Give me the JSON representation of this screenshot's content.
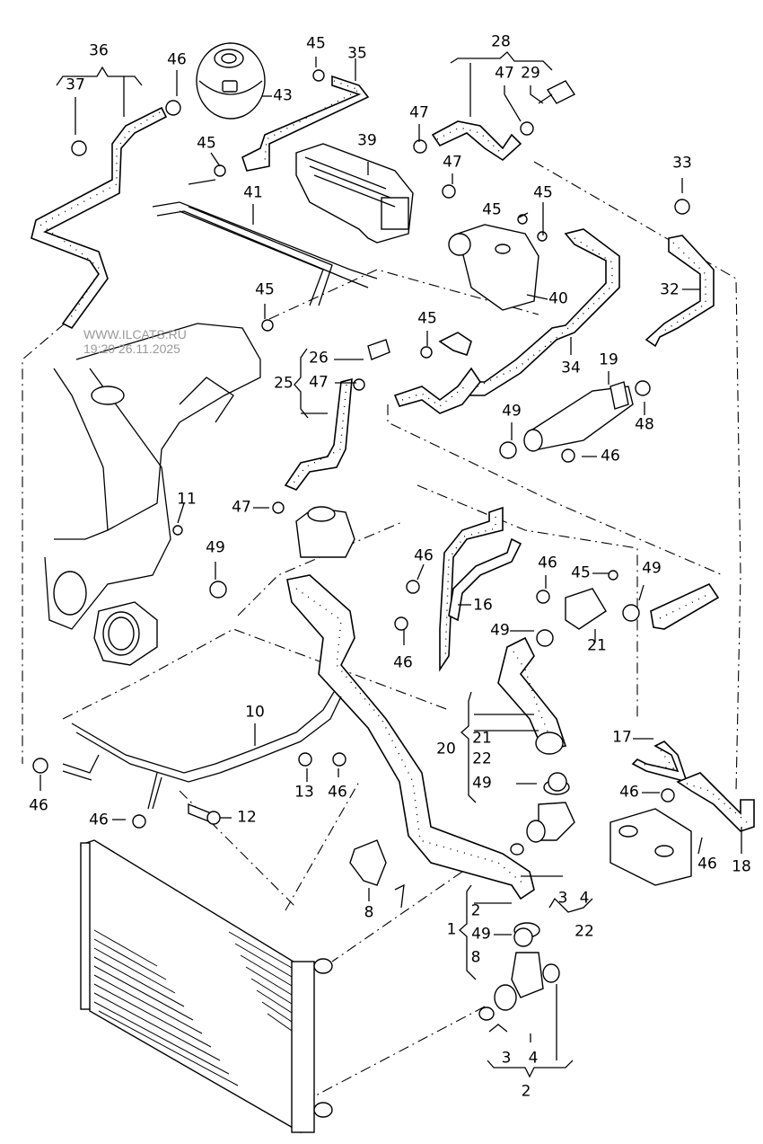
{
  "diagram": {
    "title": "Cooling system hoses and components (exploded parts view)",
    "watermark": {
      "site": "WWW.ILCATS.RU",
      "timestamp": "19:20 26.11.2025"
    },
    "colors": {
      "line": "#000000",
      "background": "#ffffff",
      "watermark": "#9a9a9a"
    },
    "labels": [
      {
        "id": "36",
        "text": "36"
      },
      {
        "id": "37",
        "text": "37"
      },
      {
        "id": "46a",
        "text": "46"
      },
      {
        "id": "43",
        "text": "43"
      },
      {
        "id": "45a",
        "text": "45"
      },
      {
        "id": "35",
        "text": "35"
      },
      {
        "id": "45b",
        "text": "45"
      },
      {
        "id": "39",
        "text": "39"
      },
      {
        "id": "41",
        "text": "41"
      },
      {
        "id": "28",
        "text": "28"
      },
      {
        "id": "47a",
        "text": "47"
      },
      {
        "id": "29",
        "text": "29"
      },
      {
        "id": "47b",
        "text": "47"
      },
      {
        "id": "47c",
        "text": "47"
      },
      {
        "id": "33",
        "text": "33"
      },
      {
        "id": "45c",
        "text": "45"
      },
      {
        "id": "45d",
        "text": "45"
      },
      {
        "id": "40",
        "text": "40"
      },
      {
        "id": "32",
        "text": "32"
      },
      {
        "id": "45e",
        "text": "45"
      },
      {
        "id": "45f",
        "text": "45"
      },
      {
        "id": "34",
        "text": "34"
      },
      {
        "id": "26",
        "text": "26"
      },
      {
        "id": "25",
        "text": "25"
      },
      {
        "id": "47d",
        "text": "47"
      },
      {
        "id": "19",
        "text": "19"
      },
      {
        "id": "48",
        "text": "48"
      },
      {
        "id": "49a",
        "text": "49"
      },
      {
        "id": "46b",
        "text": "46"
      },
      {
        "id": "11",
        "text": "11"
      },
      {
        "id": "47e",
        "text": "47"
      },
      {
        "id": "49b",
        "text": "49"
      },
      {
        "id": "46c",
        "text": "46"
      },
      {
        "id": "16",
        "text": "16"
      },
      {
        "id": "46d",
        "text": "46"
      },
      {
        "id": "46e",
        "text": "46"
      },
      {
        "id": "45g",
        "text": "45"
      },
      {
        "id": "49c",
        "text": "49"
      },
      {
        "id": "49d",
        "text": "49"
      },
      {
        "id": "21a",
        "text": "21"
      },
      {
        "id": "10",
        "text": "10"
      },
      {
        "id": "20",
        "text": "20"
      },
      {
        "id": "21b",
        "text": "21"
      },
      {
        "id": "22a",
        "text": "22"
      },
      {
        "id": "17",
        "text": "17"
      },
      {
        "id": "49e",
        "text": "49"
      },
      {
        "id": "46f",
        "text": "46"
      },
      {
        "id": "13",
        "text": "13"
      },
      {
        "id": "46g",
        "text": "46"
      },
      {
        "id": "46h",
        "text": "46"
      },
      {
        "id": "12",
        "text": "12"
      },
      {
        "id": "46i",
        "text": "46"
      },
      {
        "id": "46j",
        "text": "46"
      },
      {
        "id": "18",
        "text": "18"
      },
      {
        "id": "8a",
        "text": "8"
      },
      {
        "id": "3a",
        "text": "3"
      },
      {
        "id": "4a",
        "text": "4"
      },
      {
        "id": "22b",
        "text": "22"
      },
      {
        "id": "1",
        "text": "1"
      },
      {
        "id": "2a",
        "text": "2"
      },
      {
        "id": "49f",
        "text": "49"
      },
      {
        "id": "8b",
        "text": "8"
      },
      {
        "id": "3b",
        "text": "3"
      },
      {
        "id": "4b",
        "text": "4"
      },
      {
        "id": "2b",
        "text": "2"
      }
    ]
  }
}
